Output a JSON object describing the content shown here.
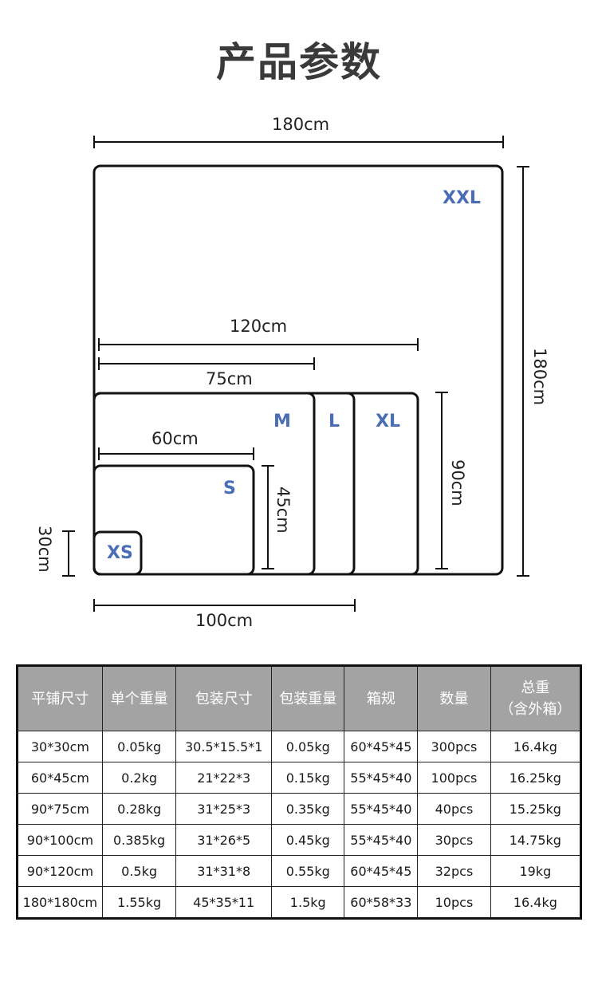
{
  "title": "产品参数",
  "diagram": {
    "dimensions": {
      "width_180": "180cm",
      "height_180": "180cm",
      "width_120": "120cm",
      "width_75": "75cm",
      "width_60": "60cm",
      "height_45": "45cm",
      "height_90": "90cm",
      "height_30": "30cm",
      "width_100": "100cm"
    },
    "sizes": {
      "xxl": "XXL",
      "xl": "XL",
      "l": "L",
      "m": "M",
      "s": "S",
      "xs": "XS"
    },
    "accent_color": "#4a6db6"
  },
  "table": {
    "headers": [
      "平铺尺寸",
      "单个重量",
      "包装尺寸",
      "包装重量",
      "箱规",
      "数量",
      "总重",
      "（含外箱）"
    ],
    "rows": [
      [
        "30*30cm",
        "0.05kg",
        "30.5*15.5*1",
        "0.05kg",
        "60*45*45",
        "300pcs",
        "16.4kg"
      ],
      [
        "60*45cm",
        "0.2kg",
        "21*22*3",
        "0.15kg",
        "55*45*40",
        "100pcs",
        "16.25kg"
      ],
      [
        "90*75cm",
        "0.28kg",
        "31*25*3",
        "0.35kg",
        "55*45*40",
        "40pcs",
        "15.25kg"
      ],
      [
        "90*100cm",
        "0.385kg",
        "31*26*5",
        "0.45kg",
        "55*45*40",
        "30pcs",
        "14.75kg"
      ],
      [
        "90*120cm",
        "0.5kg",
        "31*31*8",
        "0.55kg",
        "60*45*45",
        "32pcs",
        "19kg"
      ],
      [
        "180*180cm",
        "1.55kg",
        "45*35*11",
        "1.5kg",
        "60*58*33",
        "10pcs",
        "16.4kg"
      ]
    ],
    "header_bg": "#a3a3a3"
  }
}
